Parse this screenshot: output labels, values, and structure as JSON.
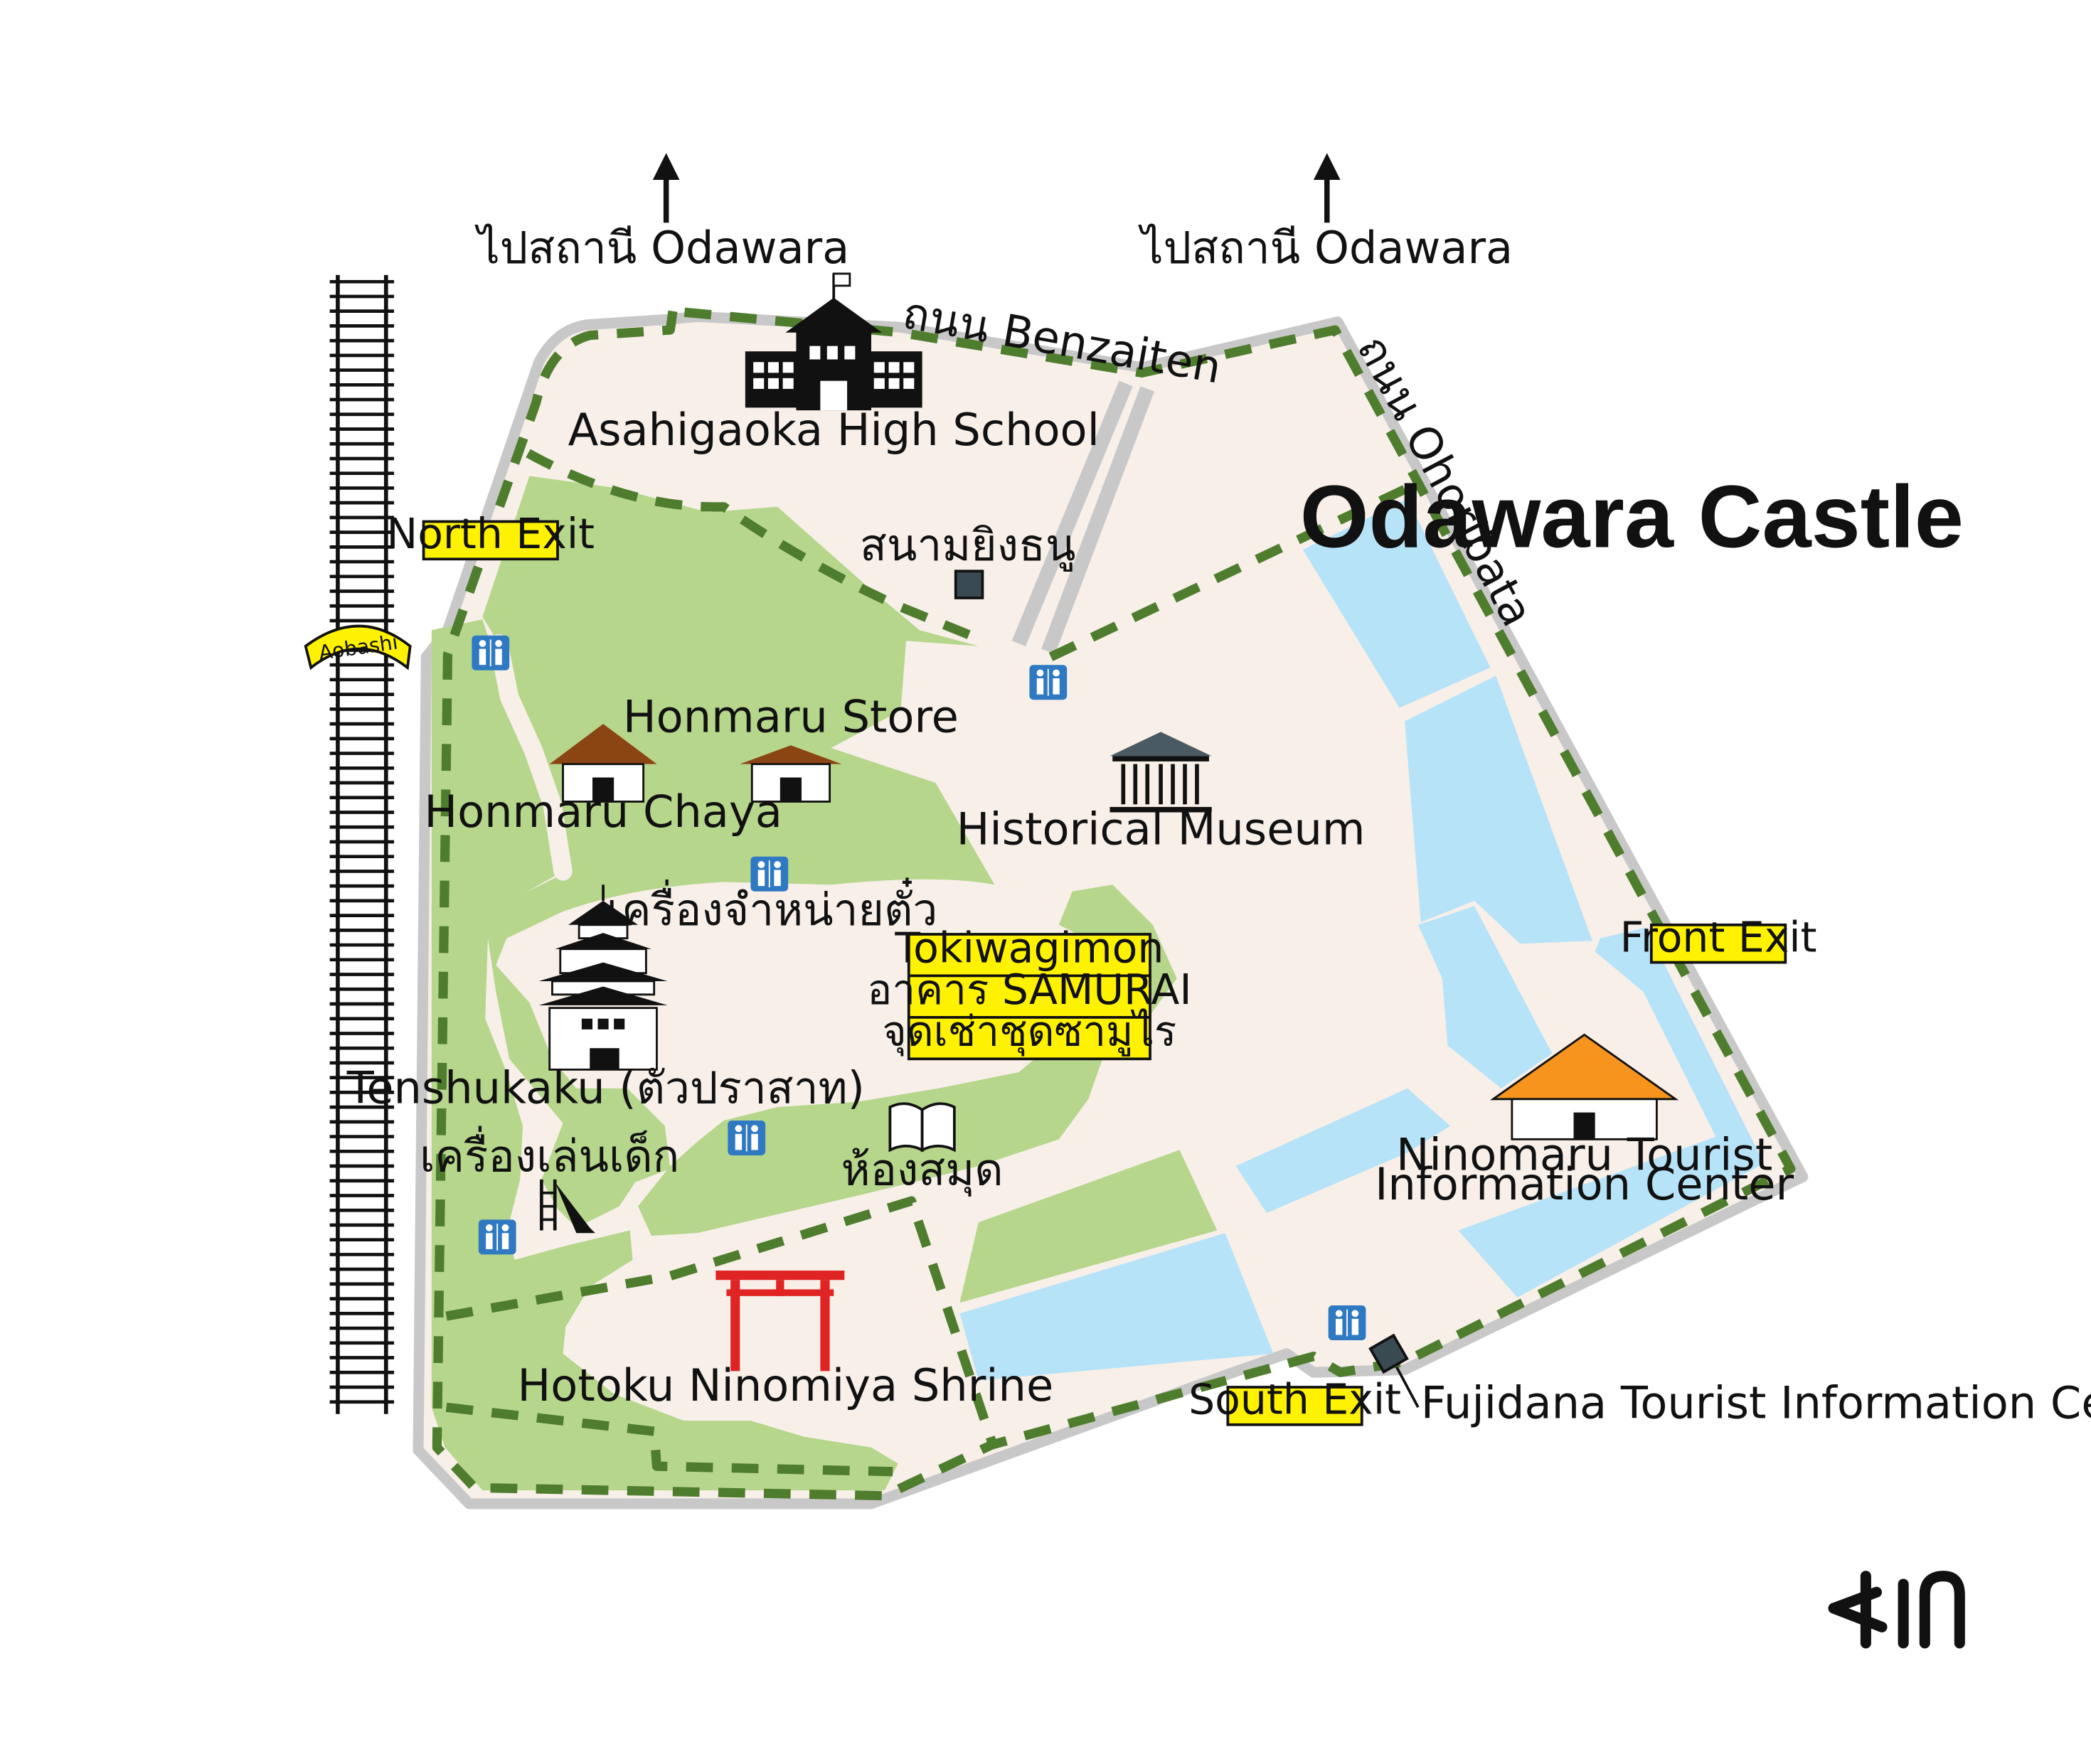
{
  "title": "Odawara Castle",
  "directions": [
    {
      "label": "ไปสถานี Odawara"
    },
    {
      "label": "ไปสถานี Odawara"
    }
  ],
  "roads": {
    "benzaiten": "ถนน Benzaiten",
    "ohoribata": "ถนน Ohoribata",
    "aobashi": "Aobashi"
  },
  "exits": {
    "north": "North Exit",
    "front": "Front Exit",
    "south": "South Exit"
  },
  "places": {
    "high_school": "Asahigaoka High School",
    "archery": "สนามยิงธนู",
    "honmaru_store": "Honmaru Store",
    "honmaru_chaya": "Honmaru Chaya",
    "museum": "Historical Museum",
    "ticket": "เครื่องจำหน่ายตั๋ว",
    "tenshukaku": "Tenshukaku (ตัวปราสาท)",
    "playground": "เครื่องเล่นเด็ก",
    "library": "ห้องสมุด",
    "shrine": "Hotoku Ninomiya Shrine",
    "ninomaru_line1": "Ninomaru Tourist",
    "ninomaru_line2": "Information Center",
    "fujidana": "Fujidana Tourist Information Center"
  },
  "info_box": [
    "Tokiwagimon",
    "อาคาร SAMURAI",
    "จุดเช่าชุดซามูไร"
  ],
  "colors": {
    "ground": "#f7efe8",
    "grass": "#b6d68c",
    "water": "#b7e3f8",
    "path": "#4f7d2e",
    "road": "#c8c8c8",
    "exit_label": "#fff200",
    "torii": "#e02424",
    "ninomaru_roof": "#f7941d",
    "house_roof": "#8b4513",
    "toilet": "#2f79c2",
    "museum_roof": "#4a5a63"
  },
  "icons": [
    "arrow-up-icon",
    "school-icon",
    "flag-icon",
    "archery-icon",
    "toilet-icon",
    "house-icon",
    "museum-icon",
    "castle-icon",
    "book-icon",
    "slide-icon",
    "torii-icon",
    "railway-icon",
    "info-center-icon",
    "logo-icon"
  ]
}
